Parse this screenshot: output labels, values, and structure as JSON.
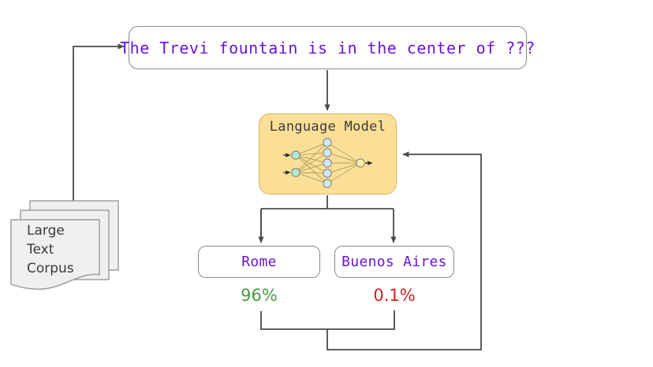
{
  "diagram": {
    "title": "Language model next-token prediction flow",
    "colors": {
      "prompt_text": "#6a15d8",
      "lm_fill": "#fbdf96",
      "lm_border": "#d6b55f",
      "box_border": "#8a8a8a",
      "arrow": "#4a4a4a",
      "green": "#4a9a42",
      "red": "#d32020",
      "paper_fill": "#efefef",
      "node_input": "#b7e8cf",
      "node_hidden": "#cfe7f7",
      "node_output": "#fbf0a8",
      "edge": "#9c8a55"
    }
  },
  "prompt": {
    "text": "The Trevi fountain is in the center of ???"
  },
  "model": {
    "title": "Language Model",
    "network": {
      "input_nodes": 2,
      "hidden_nodes": 5,
      "output_nodes": 1
    }
  },
  "outputs": [
    {
      "label": "Rome",
      "probability": "96%",
      "color": "#4a9a42"
    },
    {
      "label": "Buenos Aires",
      "probability": "0.1%",
      "color": "#d32020"
    }
  ],
  "corpus": {
    "line1": "Large",
    "line2": "Text",
    "line3": "Corpus",
    "sheets": 3
  }
}
